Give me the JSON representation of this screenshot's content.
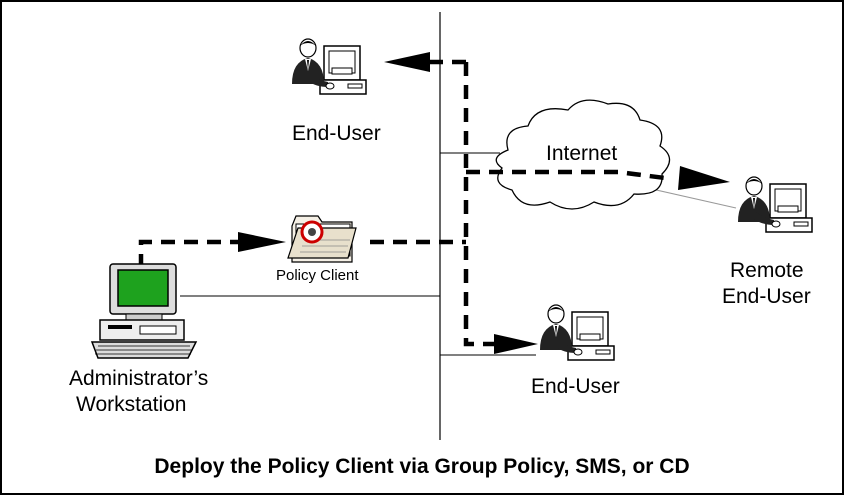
{
  "diagram": {
    "labels": {
      "end_user_top": "End-User",
      "internet": "Internet",
      "remote_end_user_line1": "Remote",
      "remote_end_user_line2": "End-User",
      "policy_client": "Policy Client",
      "admin_line1": "Administrator’s",
      "admin_line2": "Workstation",
      "end_user_bottom": "End-User"
    },
    "caption": "Deploy the Policy Client via Group Policy, SMS, or CD"
  }
}
